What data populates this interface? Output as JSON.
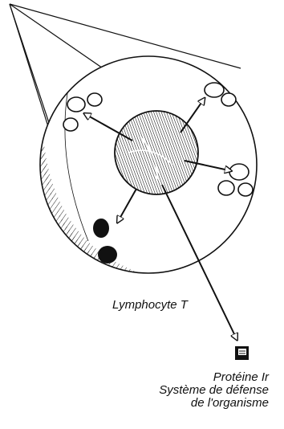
{
  "labels": {
    "cell": "Lymphocyte T",
    "protein": "Protéine Ir",
    "defense_line1": "Système de défense",
    "defense_line2": "de l'organisme"
  },
  "colors": {
    "ink": "#111111",
    "paper": "#ffffff"
  },
  "icons": [
    "cell-body",
    "nucleus",
    "receptor-arrow",
    "vesicle",
    "granule",
    "protein-symbol"
  ]
}
